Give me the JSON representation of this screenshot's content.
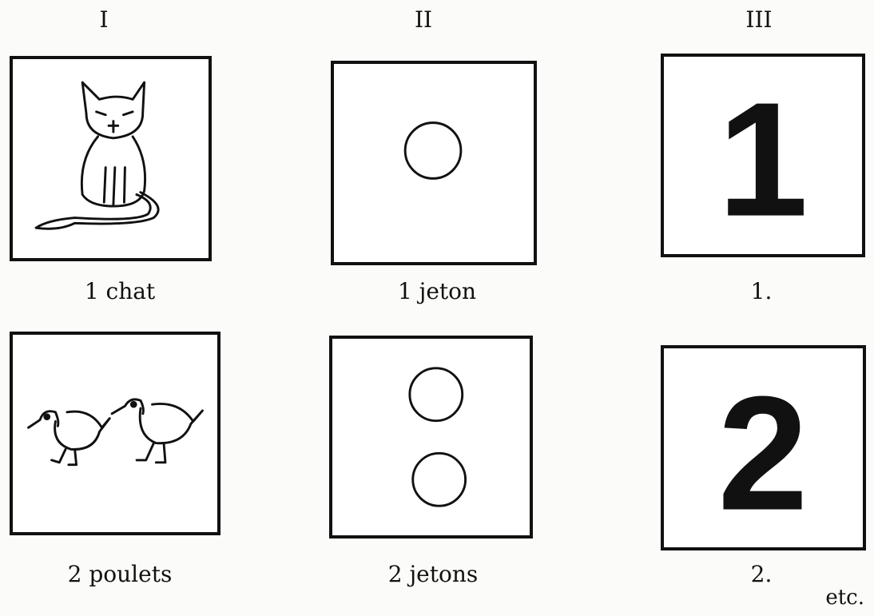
{
  "columns": [
    "I",
    "II",
    "III"
  ],
  "rows": [
    {
      "captions": [
        "1 chat",
        "1 jeton",
        "1."
      ],
      "numeral": "1"
    },
    {
      "captions": [
        "2 poulets",
        "2 jetons",
        "2."
      ],
      "numeral": "2"
    }
  ],
  "footer": "etc."
}
